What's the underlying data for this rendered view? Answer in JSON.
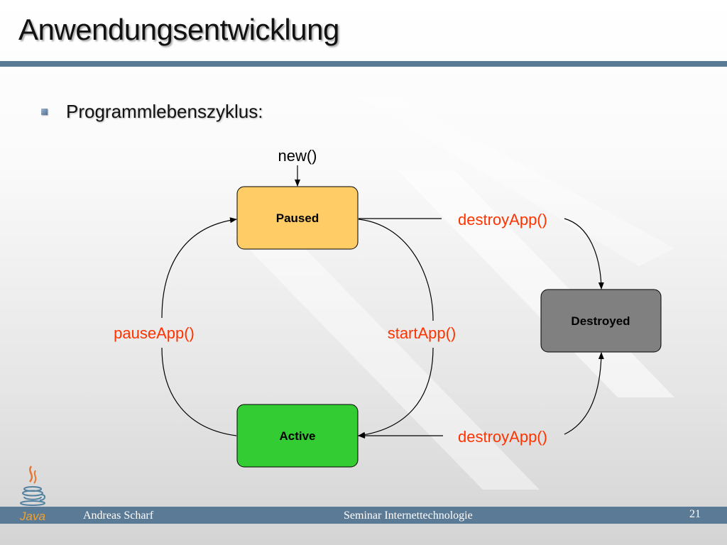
{
  "slide": {
    "title": "Anwendungsentwicklung",
    "bullet": "Programmlebenszyklus:"
  },
  "diagram": {
    "states": {
      "paused": "Paused",
      "active": "Active",
      "destroyed": "Destroyed"
    },
    "transitions": {
      "new": "new()",
      "pause": "pauseApp()",
      "start": "startApp()",
      "destroy_from_paused": "destroyApp()",
      "destroy_from_active": "destroyApp()"
    },
    "colors": {
      "paused": "#ffcc66",
      "active": "#33cc33",
      "destroyed": "#808080",
      "transition_label": "#ff3300",
      "accent_bar": "#5b7a96"
    }
  },
  "footer": {
    "author": "Andreas Scharf",
    "seminar": "Seminar Internettechnologie",
    "page": "21"
  },
  "logo": {
    "icon": "java-coffee-cup-icon",
    "label": "Java"
  }
}
